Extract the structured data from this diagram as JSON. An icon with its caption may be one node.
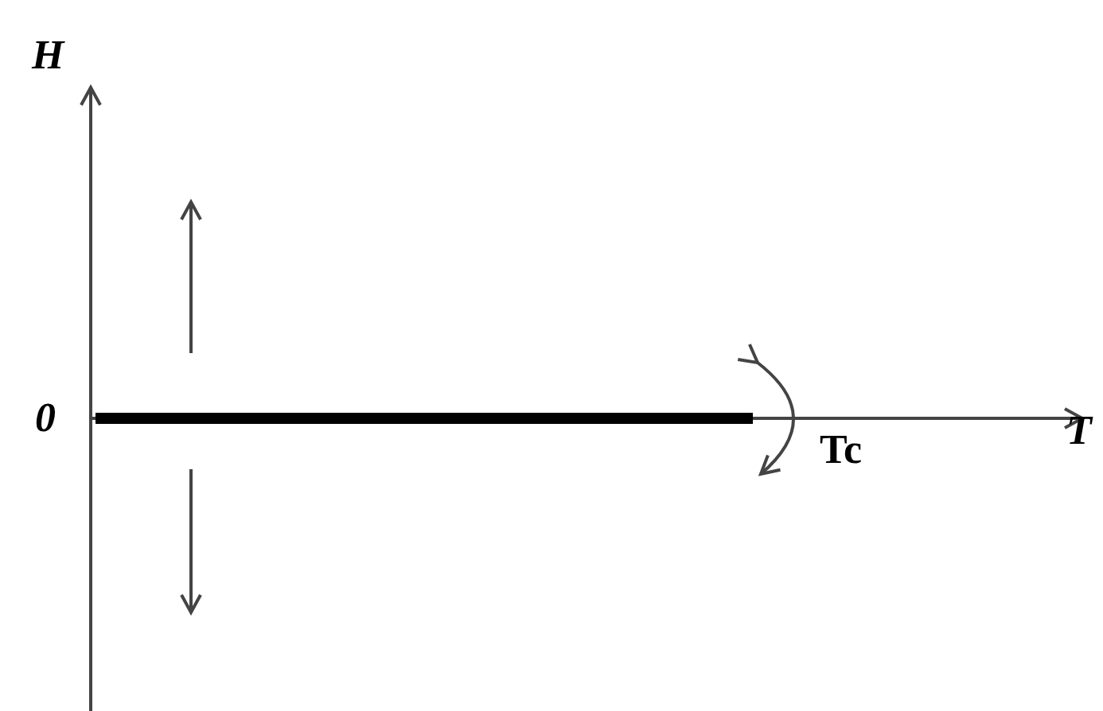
{
  "diagram": {
    "labels": [
      "H",
      "0",
      "T",
      "Tc"
    ]
  }
}
